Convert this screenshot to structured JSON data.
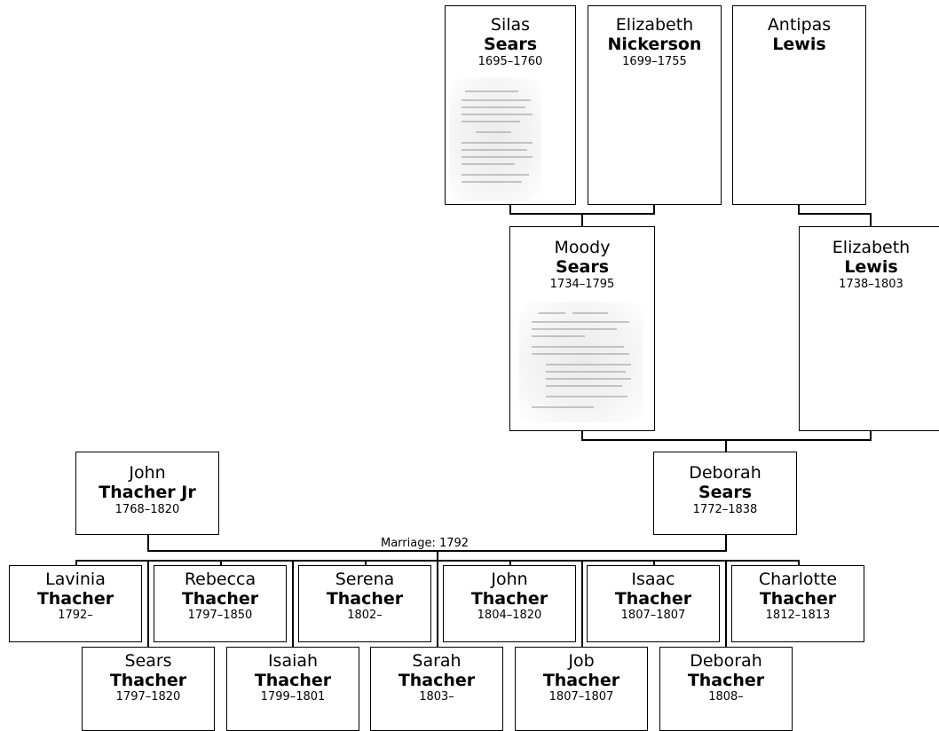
{
  "people": {
    "silas_sears": {
      "given": "Silas",
      "surname": "Sears",
      "dates": "1695–1760"
    },
    "elizabeth_nickerson": {
      "given": "Elizabeth",
      "surname": "Nickerson",
      "dates": "1699–1755"
    },
    "antipas_lewis": {
      "given": "Antipas",
      "surname": "Lewis",
      "dates": ""
    },
    "moody_sears": {
      "given": "Moody",
      "surname": "Sears",
      "dates": "1734–1795"
    },
    "elizabeth_lewis": {
      "given": "Elizabeth",
      "surname": "Lewis",
      "dates": "1738–1803"
    },
    "john_thacher_jr": {
      "given": "John",
      "surname": "Thacher Jr",
      "dates": "1768–1820"
    },
    "deborah_sears": {
      "given": "Deborah",
      "surname": "Sears",
      "dates": "1772–1838"
    }
  },
  "marriage": {
    "label": "Marriage: 1792"
  },
  "children_top": [
    {
      "given": "Lavinia",
      "surname": "Thacher",
      "dates": "1792–"
    },
    {
      "given": "Rebecca",
      "surname": "Thacher",
      "dates": "1797–1850"
    },
    {
      "given": "Serena",
      "surname": "Thacher",
      "dates": "1802–"
    },
    {
      "given": "John",
      "surname": "Thacher",
      "dates": "1804–1820"
    },
    {
      "given": "Isaac",
      "surname": "Thacher",
      "dates": "1807–1807"
    },
    {
      "given": "Charlotte",
      "surname": "Thacher",
      "dates": "1812–1813"
    }
  ],
  "children_bottom": [
    {
      "given": "Sears",
      "surname": "Thacher",
      "dates": "1797–1820"
    },
    {
      "given": "Isaiah",
      "surname": "Thacher",
      "dates": "1799–1801"
    },
    {
      "given": "Sarah",
      "surname": "Thacher",
      "dates": "1803–"
    },
    {
      "given": "Job",
      "surname": "Thacher",
      "dates": "1807–1807"
    },
    {
      "given": "Deborah",
      "surname": "Thacher",
      "dates": "1808–"
    }
  ]
}
